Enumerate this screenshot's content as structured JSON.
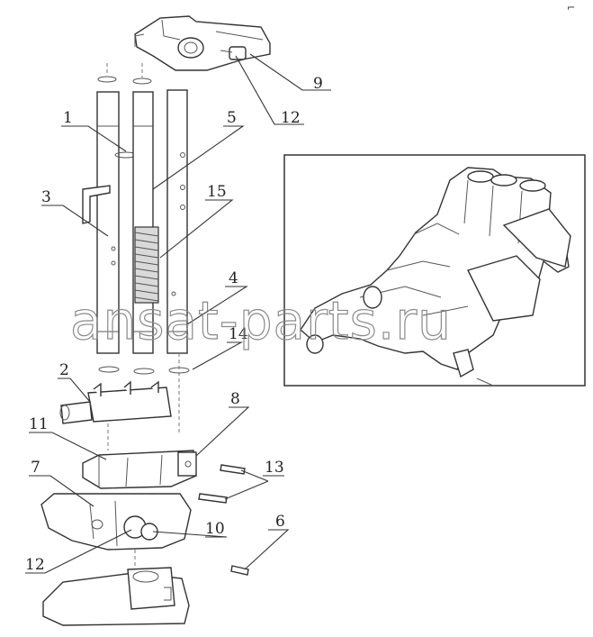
{
  "labels": {
    "l1": "1",
    "l2": "2",
    "l3": "3",
    "l4": "4",
    "l5": "5",
    "l6": "6",
    "l7": "7",
    "l8": "8",
    "l9": "9",
    "l10": "10",
    "l11": "11",
    "l12a": "12",
    "l12b": "12",
    "l13": "13",
    "l14": "14",
    "l15": "15"
  },
  "watermark": "ansat-parts.ru",
  "corner_mark": "⌐"
}
